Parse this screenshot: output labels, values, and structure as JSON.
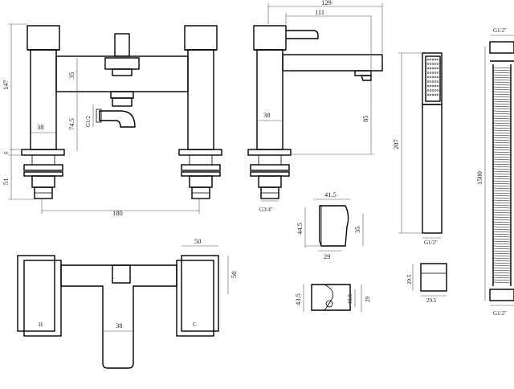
{
  "dimensions": {
    "overall_height": "147",
    "total_depth": "129",
    "spout_reach": "111",
    "spout_drop": "35",
    "body_width": "38",
    "outlet_height": "74.5",
    "base_thickness": "6",
    "deck_depth": "51",
    "centres": "180",
    "spout_height": "85",
    "inlet_thread": "G3/4\"",
    "outlet_thread": "G1/2",
    "bracket_width": "41.5",
    "bracket_height": "44.5",
    "bracket_depth": "35",
    "bracket_base": "29",
    "holder_height": "43.5",
    "holder_width": "15.5",
    "holder_depth": "29",
    "handset_length": "207",
    "handset_thread": "G1/2\"",
    "elbow_height": "29.5",
    "elbow_width": "29.5",
    "hose_length": "1500",
    "hose_thread_top": "G1/2\"",
    "hose_thread_bottom": "G1/2\"",
    "plan_lever_width": "50",
    "plan_body_depth": "50",
    "plan_spout_width": "38",
    "hot_marker": "H",
    "cold_marker": "C"
  }
}
